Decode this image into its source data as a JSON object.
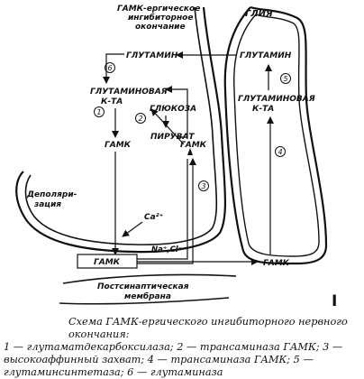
{
  "labels": {
    "gaba_terminal": "ГАМК-ергическое ингибиторное окончание",
    "gaba_terminal_l1": "ГАМК-ергическое",
    "gaba_terminal_l2": "ингибиторное",
    "gaba_terminal_l3": "окончание",
    "glia": "ГЛИЯ",
    "glutamine_left": "ГЛУТАМИН",
    "glutamine_right": "ГЛУТАМИН",
    "glutamic_acid_left_l1": "ГЛУТАМИНОВАЯ",
    "glutamic_acid_left_l2": "К-ТА",
    "glutamic_acid_right_l1": "ГЛУТАМИНОВАЯ",
    "glutamic_acid_right_l2": "К-ТА",
    "glucose": "ГЛЮКОЗА",
    "pyruvate": "ПИРУВАТ",
    "gaba_1": "ГАМК",
    "gaba_2": "ГАМК",
    "gaba_cleft": "ГАМК",
    "gaba_right": "ГАМК",
    "depolarization_l1": "Деполяри-",
    "depolarization_l2": "зация",
    "calcium": "Ca²⁺",
    "ions": "Na⁺,Cl⁻",
    "postsynaptic_l1": "Постсинаптическая",
    "postsynaptic_l2": "мембрана",
    "n1": "1",
    "n2": "2",
    "n3": "3",
    "n4": "4",
    "n5": "5",
    "n6": "6"
  },
  "caption": {
    "title": "Схема ГАМК-ергического ингибиторного нервного окончания:",
    "body": "1 — глутаматдекарбоксилаза; 2 — трансаминаза ГАМК; 3 — высокоаффинный захват; 4 — трансаминаза ГАМК; 5 — глутаминсинтетаза; 6 — глутаминаза"
  },
  "figure_mark": "I"
}
